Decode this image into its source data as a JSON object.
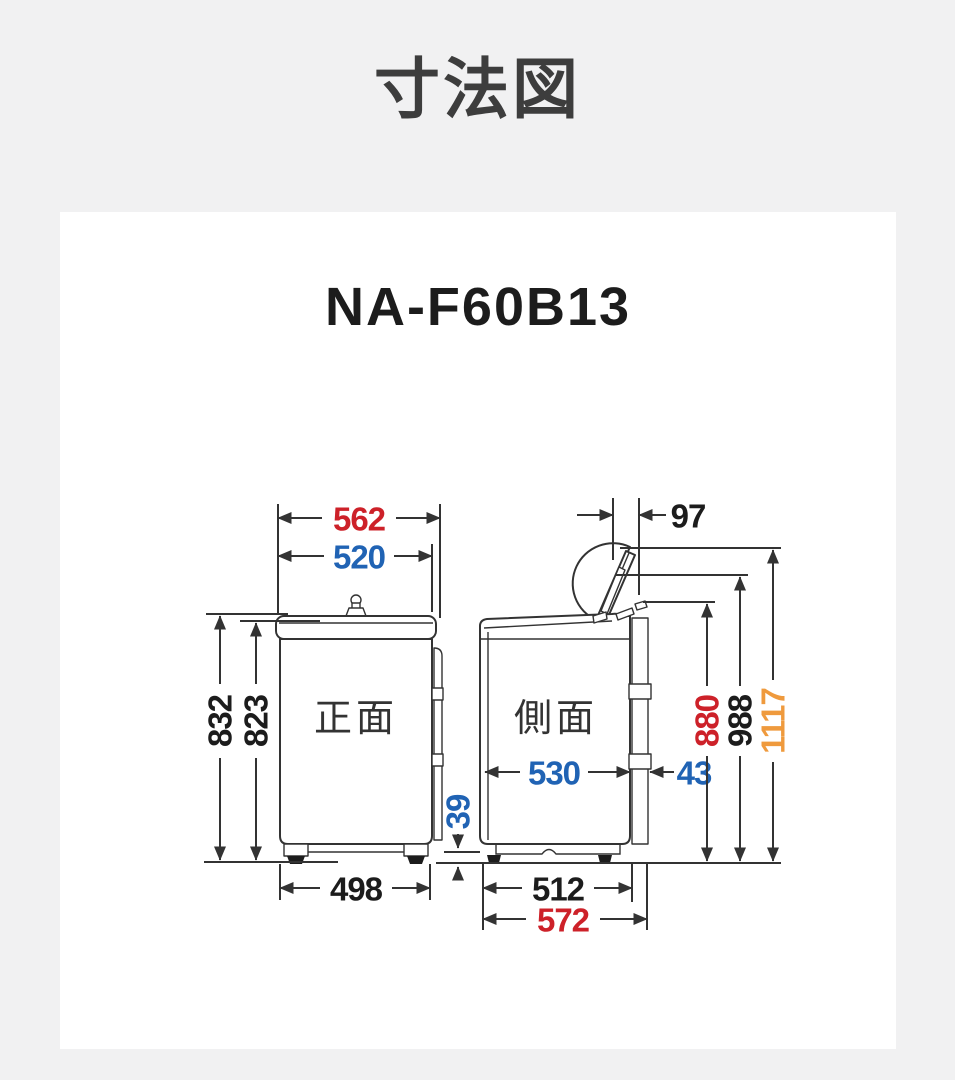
{
  "page": {
    "title": "寸法図",
    "background": "#f1f1f2"
  },
  "card": {
    "model": "NA-F60B13",
    "background": "#ffffff"
  },
  "views": {
    "front": "正面",
    "side": "側面"
  },
  "colors": {
    "red": "#cd2129",
    "blue": "#2063b4",
    "orange": "#ef9a3d",
    "black": "#1c1c1c",
    "line": "#333333"
  },
  "dims": {
    "width_total": "562",
    "width_body": "520",
    "height_body": "832",
    "height_to_seam": "823",
    "width_base": "498",
    "lid_open_overhang": "97",
    "depth_body": "530",
    "back_clearance": "43",
    "base_height": "39",
    "height_total": "880",
    "height_lid_mid": "988",
    "height_lid_open": "1117",
    "depth_base": "512",
    "depth_total": "572"
  }
}
